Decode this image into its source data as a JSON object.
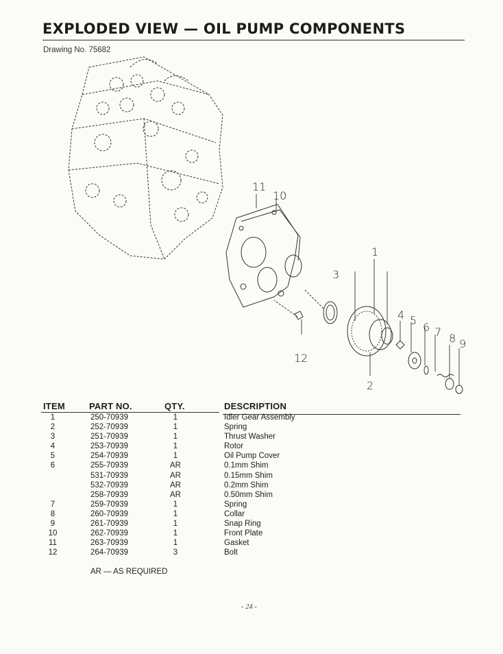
{
  "header": {
    "title": "EXPLODED VIEW — OIL PUMP COMPONENTS",
    "drawing_number": "Drawing No. 75682"
  },
  "diagram": {
    "callouts": [
      {
        "id": "c11",
        "label": "11"
      },
      {
        "id": "c10",
        "label": "10"
      },
      {
        "id": "c1",
        "label": "1"
      },
      {
        "id": "c3",
        "label": "3"
      },
      {
        "id": "c4",
        "label": "4"
      },
      {
        "id": "c5",
        "label": "5"
      },
      {
        "id": "c6",
        "label": "6"
      },
      {
        "id": "c7",
        "label": "7"
      },
      {
        "id": "c8",
        "label": "8"
      },
      {
        "id": "c9",
        "label": "9"
      },
      {
        "id": "c12",
        "label": "12"
      },
      {
        "id": "c2",
        "label": "2"
      }
    ]
  },
  "table": {
    "headers": {
      "item": "ITEM",
      "part_no": "PART NO.",
      "qty": "QTY.",
      "description": "DESCRIPTION"
    },
    "rows": [
      {
        "item": "1",
        "part_no": "250-70939",
        "qty": "1",
        "description": "Idler Gear Assembly"
      },
      {
        "item": "2",
        "part_no": "252-70939",
        "qty": "1",
        "description": "Spring"
      },
      {
        "item": "3",
        "part_no": "251-70939",
        "qty": "1",
        "description": "Thrust Washer"
      },
      {
        "item": "4",
        "part_no": "253-70939",
        "qty": "1",
        "description": "Rotor"
      },
      {
        "item": "5",
        "part_no": "254-70939",
        "qty": "1",
        "description": "Oil Pump Cover"
      },
      {
        "item": "6",
        "part_no": "255-70939",
        "qty": "AR",
        "description": "0.1mm Shim"
      },
      {
        "item": "",
        "part_no": "531-70939",
        "qty": "AR",
        "description": "0.15mm Shim"
      },
      {
        "item": "",
        "part_no": "532-70939",
        "qty": "AR",
        "description": "0.2mm Shim"
      },
      {
        "item": "",
        "part_no": "258-70939",
        "qty": "AR",
        "description": "0.50mm Shim"
      },
      {
        "item": "7",
        "part_no": "259-70939",
        "qty": "1",
        "description": "Spring"
      },
      {
        "item": "8",
        "part_no": "260-70939",
        "qty": "1",
        "description": "Collar"
      },
      {
        "item": "9",
        "part_no": "261-70939",
        "qty": "1",
        "description": "Snap Ring"
      },
      {
        "item": "10",
        "part_no": "262-70939",
        "qty": "1",
        "description": "Front Plate"
      },
      {
        "item": "11",
        "part_no": "263-70939",
        "qty": "1",
        "description": "Gasket"
      },
      {
        "item": "12",
        "part_no": "264-70939",
        "qty": "3",
        "description": "Bolt"
      }
    ]
  },
  "footnote": "AR — AS REQUIRED",
  "page_number": "- 24 -"
}
